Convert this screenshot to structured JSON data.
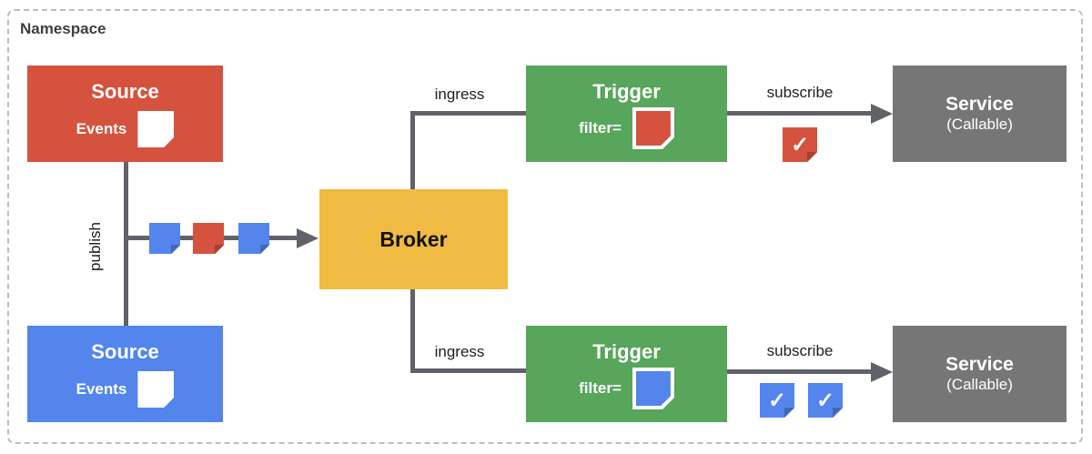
{
  "namespace_label": "Namespace",
  "colors": {
    "red": "#d5523f",
    "blue": "#5385ec",
    "green": "#58a55c",
    "yellow": "#f0bb42",
    "gray": "#767676",
    "line": "#5f6368",
    "frame_border": "#bdbdbd"
  },
  "nodes": {
    "source_red": {
      "title": "Source",
      "events_label": "Events",
      "event_note_color": "white"
    },
    "source_blue": {
      "title": "Source",
      "events_label": "Events",
      "event_note_color": "white"
    },
    "broker": {
      "title": "Broker"
    },
    "trigger_top": {
      "title": "Trigger",
      "filter_label": "filter=",
      "filter_note_color": "red"
    },
    "trigger_bottom": {
      "title": "Trigger",
      "filter_label": "filter=",
      "filter_note_color": "blue"
    },
    "service_top": {
      "title": "Service",
      "subtitle": "(Callable)"
    },
    "service_bottom": {
      "title": "Service",
      "subtitle": "(Callable)"
    }
  },
  "edges": {
    "publish_label": "publish",
    "ingress_top_label": "ingress",
    "ingress_bottom_label": "ingress",
    "subscribe_top_label": "subscribe",
    "subscribe_bottom_label": "subscribe"
  },
  "events_on_publish_line": [
    "blue",
    "red",
    "blue"
  ],
  "delivered_events": {
    "top": [
      "red"
    ],
    "bottom": [
      "blue",
      "blue"
    ]
  },
  "icons": {
    "checkmark": "✓"
  }
}
